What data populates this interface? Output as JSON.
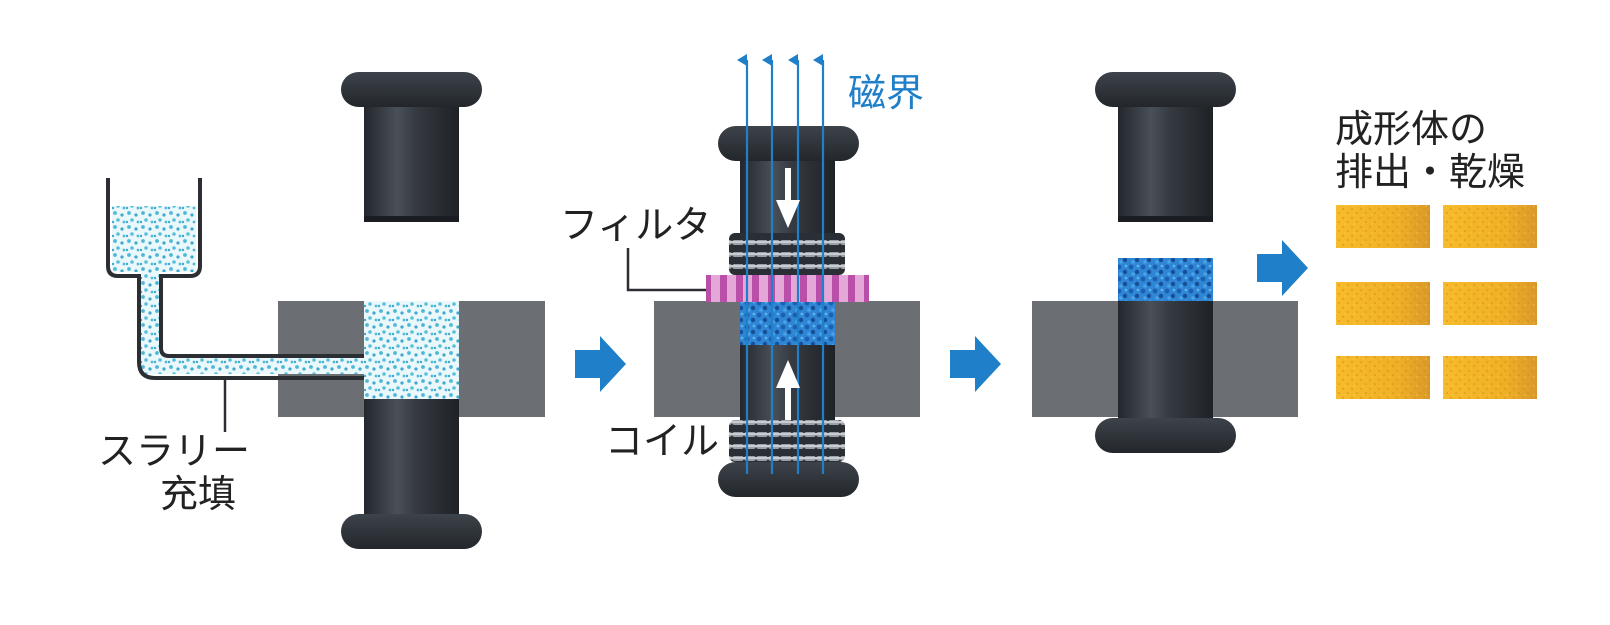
{
  "labels": {
    "slurry_line1": "スラリー",
    "slurry_line2": "充填",
    "filter": "フィルタ",
    "coil": "コイル",
    "magnetic_field": "磁界",
    "output_line1": "成形体の",
    "output_line2": "排出・乾燥"
  },
  "colors": {
    "accent_blue": "#1f7fc9",
    "punch_dark": "#2c3138",
    "die_gray": "#6b6e72",
    "slurry_cyan": "#4fb8d6",
    "compact_blue": "#2a7fcf",
    "filter_pink": "#c66bb7",
    "product_gold": "#f2b324",
    "text": "#222222"
  },
  "icons": [
    "right-arrow-icon",
    "down-arrow-icon",
    "up-arrow-icon",
    "magnetic-field-arrow-icon"
  ]
}
